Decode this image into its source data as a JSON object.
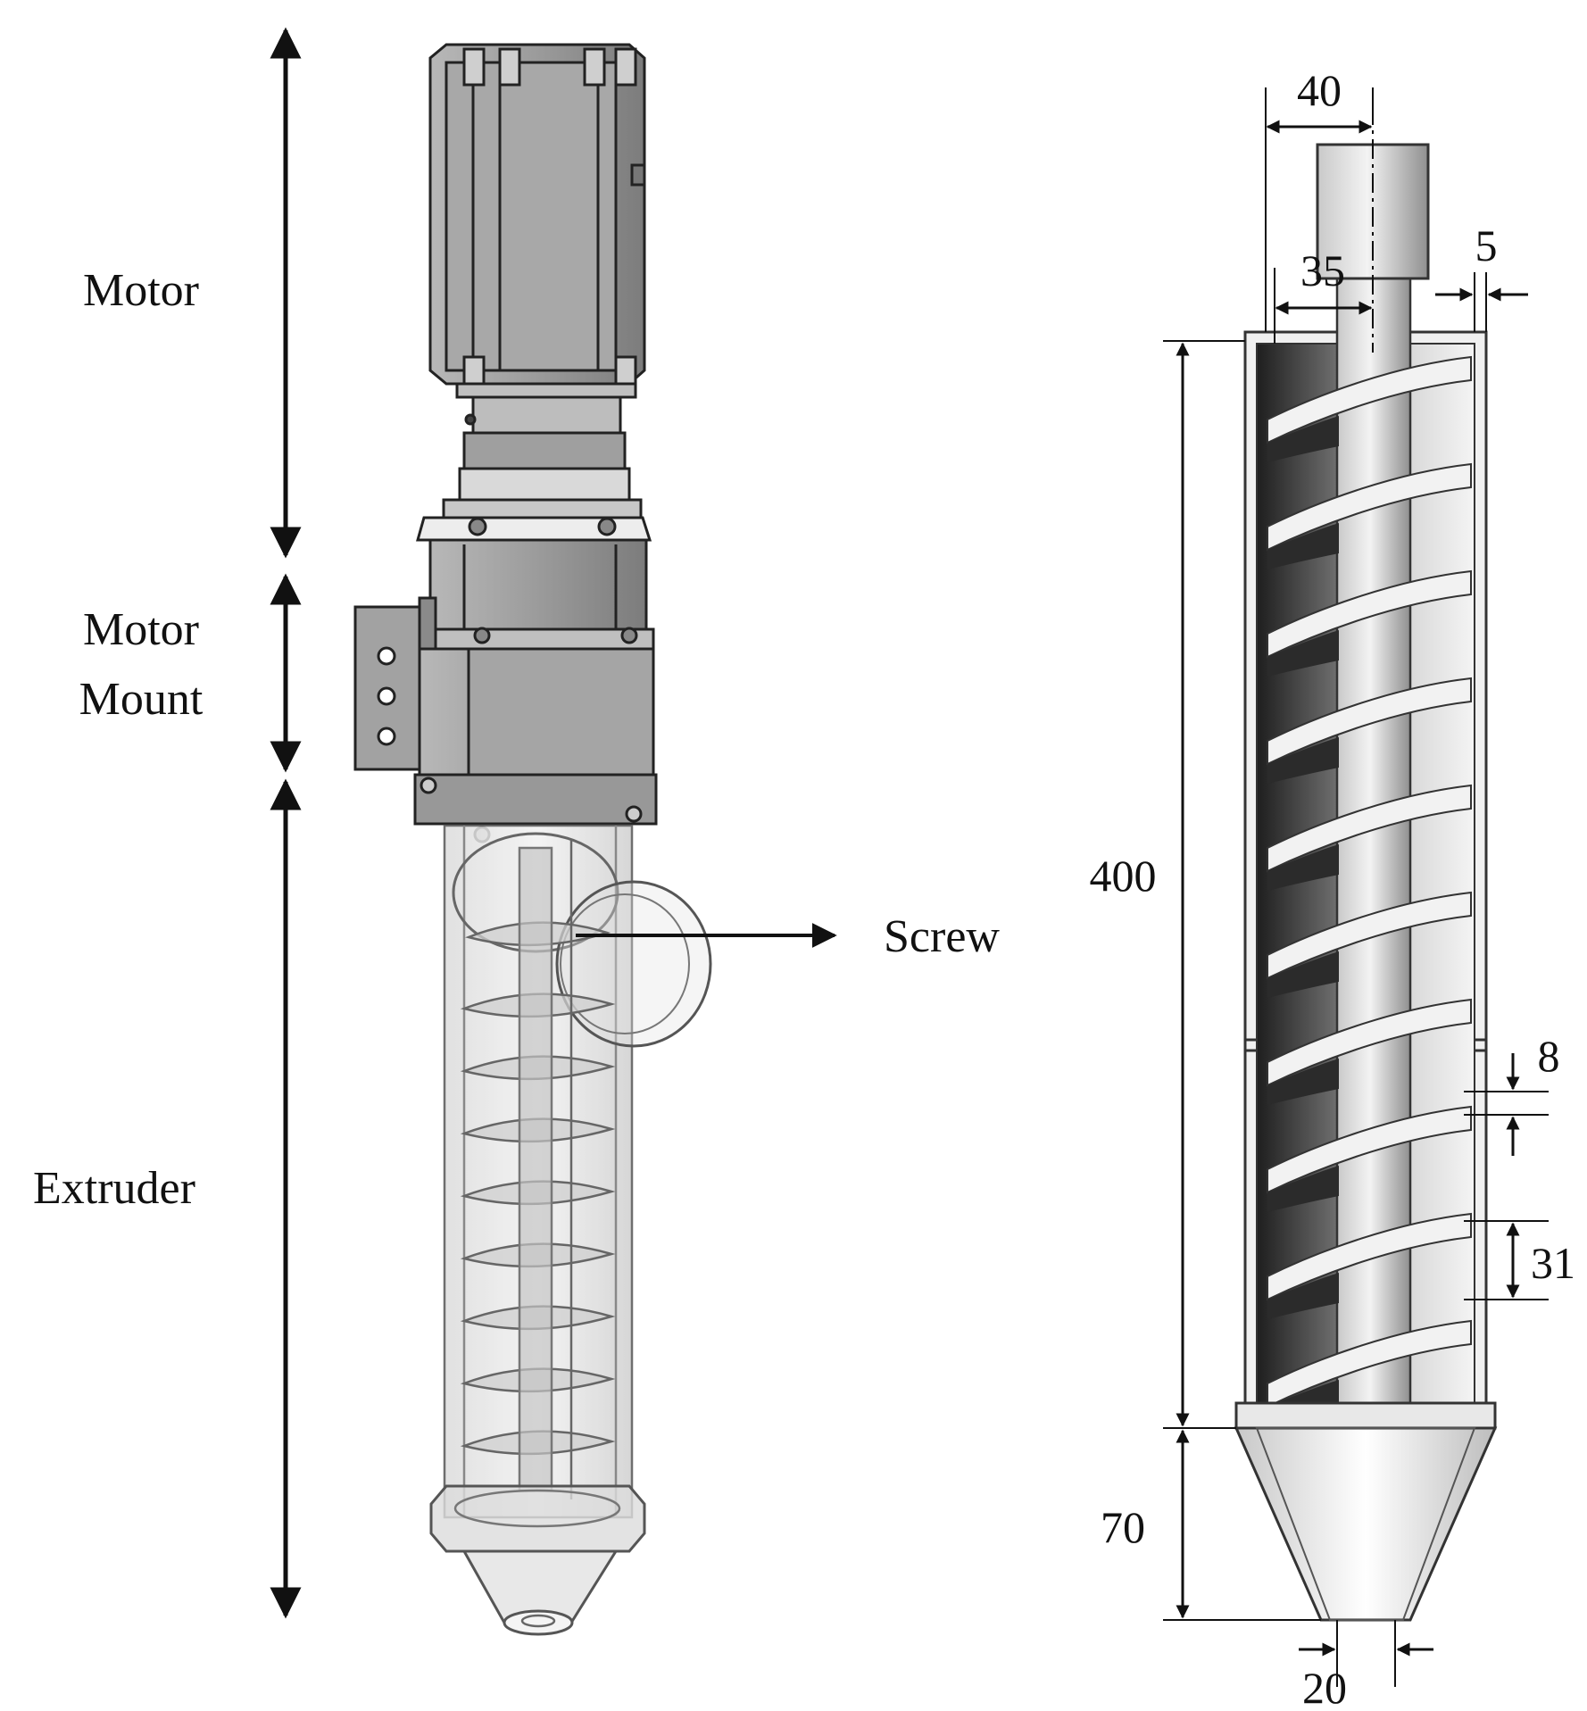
{
  "left_view": {
    "sections": [
      {
        "label": "Motor"
      },
      {
        "label": "Motor",
        "label2": "Mount"
      },
      {
        "label": "Extruder"
      }
    ],
    "callout": "Screw"
  },
  "right_view": {
    "dimensions": {
      "shaft_width": "40",
      "inner_radius": "35",
      "wall": "5",
      "barrel_length": "400",
      "cone_length": "70",
      "outlet": "20",
      "flight_thickness": "8",
      "pitch": "31"
    }
  },
  "colors": {
    "line": "#111111",
    "metal_light": "#e6e6e6",
    "metal_mid": "#a9a9a9",
    "metal_dark": "#3a3a3a",
    "housing": "#9a9a9a"
  }
}
